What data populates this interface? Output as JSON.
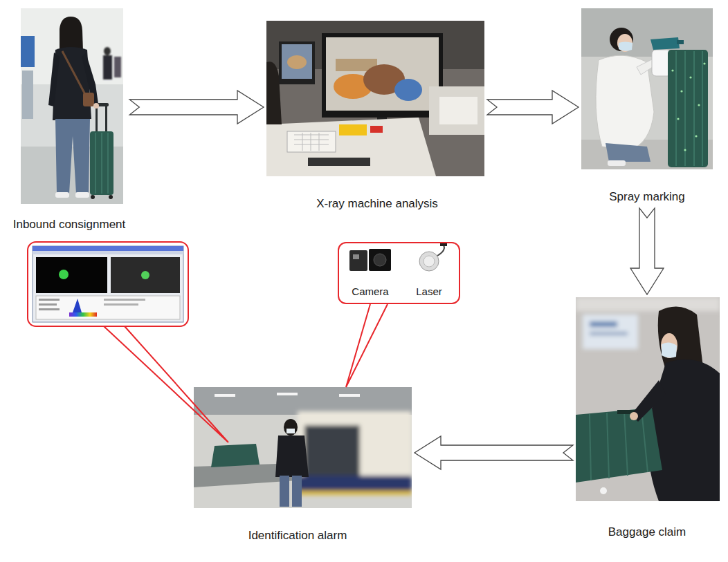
{
  "diagram": {
    "nodes": [
      {
        "text": [
          "Inbound consignment"
        ]
      },
      {
        "text": [
          "X-ray machine analysis"
        ]
      },
      {
        "text": [
          "Spray marking"
        ]
      },
      {
        "text": [
          "Baggage claim"
        ]
      },
      {
        "text": [
          "Identification alarm"
        ]
      },
      {
        "text": [
          "Camera",
          "Laser"
        ]
      }
    ],
    "edges": [
      {
        "from": 0,
        "to": 1,
        "arrow": "to"
      },
      {
        "from": 1,
        "to": 2,
        "arrow": "to"
      },
      {
        "from": 2,
        "to": 3,
        "arrow": "to"
      },
      {
        "from": 3,
        "to": 4,
        "arrow": "to"
      },
      {
        "from": 5,
        "to": 4,
        "arrow": "none"
      }
    ]
  }
}
